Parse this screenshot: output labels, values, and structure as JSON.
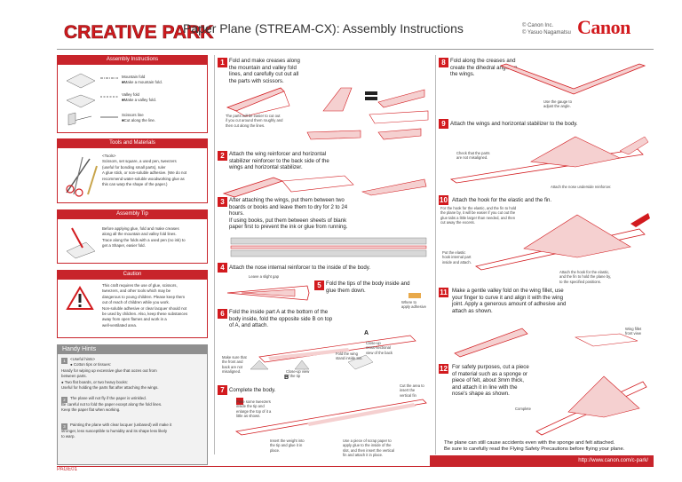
{
  "header": {
    "logo_text": "CREATIVE PARK",
    "title": "Paper Plane (STREAM-CX): Assembly Instructions",
    "credit_1": "© Canon Inc.",
    "credit_2": "© Yasuo Nagamatsu",
    "brand": "Canon"
  },
  "left": {
    "assembly_instructions": {
      "heading": "Assembly Instructions",
      "mountain_1": "Mountain fold",
      "mountain_2": "■Make a mountain fold.",
      "valley_1": "Valley fold",
      "valley_2": "■Make a valley fold.",
      "scissors_1": "Scissors line",
      "scissors_2": "■Cut along the line."
    },
    "tools": {
      "heading": "Tools and Materials",
      "l1": "<Tools>",
      "l2": "Scissors, set square, a used pen, tweezers",
      "l3": "(useful for bonding small parts), ruler",
      "l4": "A glue stick, or non-soluble adhesive. (We do not",
      "l5": "recommend water-soluble woodworking glue as",
      "l6": "this can warp the shape of the paper.)"
    },
    "tip": {
      "heading": "Assembly Tip",
      "l1": "Before applying glue, fold and make creases",
      "l2": "along all the mountain and valley fold lines.",
      "l3": "Trace along the folds with a used pen (no ink) to",
      "l4": "get a Shaper, easier fold."
    },
    "caution": {
      "heading": "Caution",
      "l1": "This craft requires the use of glue, scissors,",
      "l2": "tweezers, and other tools which may be",
      "l3": "dangerous to young children.  Please keep them",
      "l4": "out of reach of children while you work.",
      "l5": "Non-soluble adhesive or clear lacquer should not",
      "l6": "be used by children. Also, keep these substances",
      "l7": "away from open flames and work in a",
      "l8": "well-ventilated area."
    },
    "hints": {
      "heading": "Handy Hints",
      "n1": "1",
      "h1": "<Useful hints>",
      "h2": "● Cotton tips or tissues:",
      "h3": "Handy for wiping up excessive glue that oozes out from",
      "h4": "between parts.",
      "h5": "● Two flat boards, or two heavy books:",
      "h6": "Useful for holding the parts flat after attaching the wings.",
      "n2": "2",
      "h7": "The plane will not fly if the paper is wrinkled.",
      "h8": "Be careful not to fold the paper except along the fold lines.",
      "h9": "Keep the paper flat when working.",
      "n3": "3",
      "h10": "Painting the plane with clear lacquer (unbased) will make it",
      "h11": "stronger, less susceptible to humidity and its shape less likely",
      "h12": "to warp."
    }
  },
  "steps": {
    "s1": {
      "n": "1",
      "t1": "Fold and make creases along",
      "t2": "the mountain and valley fold",
      "t3": "lines, and carefully cut out all",
      "t4": "the parts with scissors.",
      "note1": "The parts will be easier to cut out",
      "note2": "if you cut around them roughly and",
      "note3": "then cut along the lines."
    },
    "s2": {
      "n": "2",
      "t1": "Attach the wing reinforcer and horizontal",
      "t2": "stabilizer reinforcer to the back side of the",
      "t3": "wings and horizontal stabilizer."
    },
    "s3": {
      "n": "3",
      "t1": "After attaching the wings, put them between two",
      "t2": "boards or books and leave them to dry for 2 to 24",
      "t3": "hours.",
      "t4": "If using books, put them between sheets of blank",
      "t5": "paper first to prevent the ink or glue from running."
    },
    "s4": {
      "n": "4",
      "t1": "Attach the nose internal reinforcer to the inside of the body.",
      "note": "Leave a slight gap"
    },
    "s5": {
      "n": "5",
      "t1": "Fold the tips of the body inside and",
      "t2": "glue them down.",
      "note1": "Where to",
      "note2": "apply adhesive"
    },
    "s6": {
      "n": "6",
      "t1": "Fold the inside part A at the bottom of the",
      "t2": "body inside, fold the opposite side B on top",
      "t3": "of A, and attach.",
      "n1": "Make sure that",
      "n2": "the front and",
      "n3": "back are not",
      "n4": "misaligned.",
      "n5": "Fold the wing",
      "n6": "stand inside too.",
      "n7": "Close-up view",
      "n8": "of the tip",
      "n9": "Close-up",
      "n10": "cross-sectional",
      "n11": "view of the back",
      "label_a": "A",
      "label_b": "B"
    },
    "s7": {
      "n": "7",
      "t1": "Complete the body.",
      "n1": "Poke some tweezers",
      "n2": "inside the tip and",
      "n3": "enlarge the top of it a",
      "n4": "little as shown.",
      "n5": "Insert the weight into",
      "n6": "the tip and glue it in",
      "n7": "place.",
      "n8": "Use a piece of scrap paper to",
      "n9": "apply glue to the inside of the",
      "n10": "slot, and then insert the vertical",
      "n11": "fin and attach it in place.",
      "n12": "Cut the area to",
      "n13": "insert the",
      "n14": "vertical fin"
    },
    "s8": {
      "n": "8",
      "t1": "Fold along the creases and",
      "t2": "create the dihedral angle on",
      "t3": "the wings.",
      "note1": "Use the gauge to",
      "note2": "adjust the angle."
    },
    "s9": {
      "n": "9",
      "t1": "Attach the wings and horizontal stabilizer to the body.",
      "note1": "Check that the parts",
      "note2": "are not misaligned.",
      "note3": "Attach the nose underside reinforcer."
    },
    "s10": {
      "n": "10",
      "t1": "Attach the hook for the elastic and the fin.",
      "n1": "For the hook for the elastic, and the fin to hold",
      "n2": "the plane by, it will be easier if you cut out the",
      "n3": "glue tabs a little larger than needed, and then",
      "n4": "cut away the excess.",
      "n5": "Put the elastic",
      "n6": "hook internal part",
      "n7": "inside and attach.",
      "n8": "Attach the hook for the elastic,",
      "n9": "and the fin to hold the plane by,",
      "n10": "to the specified positions."
    },
    "s11": {
      "n": "11",
      "t1": "Make a gentle valley fold on the wing fillet, use",
      "t2": "your finger to curve it and align it with the wing",
      "t3": "joint. Apply a generous amount of adhesive and",
      "t4": "attach as shown.",
      "note1": "Wing fillet",
      "note2": "front view"
    },
    "s12": {
      "n": "12",
      "t1": "For safety purposes, cut a piece",
      "t2": "of material such as a sponge or",
      "t3": "piece of felt, about 3mm thick,",
      "t4": "and attach it in line with the",
      "t5": "nose's shape as shown.",
      "note": "Complete"
    }
  },
  "footer": {
    "warn1": "The plane can still cause accidents even with the sponge and felt attached.",
    "warn2": "Be sure to carefully read the Flying Safety Precautions before flying your plane.",
    "page": "PAGE01",
    "url": "http://www.canon.com/c-park/"
  },
  "colors": {
    "accent": "#d21a1e",
    "section": "#c8242b",
    "hint_gray": "#8f8f8f"
  }
}
